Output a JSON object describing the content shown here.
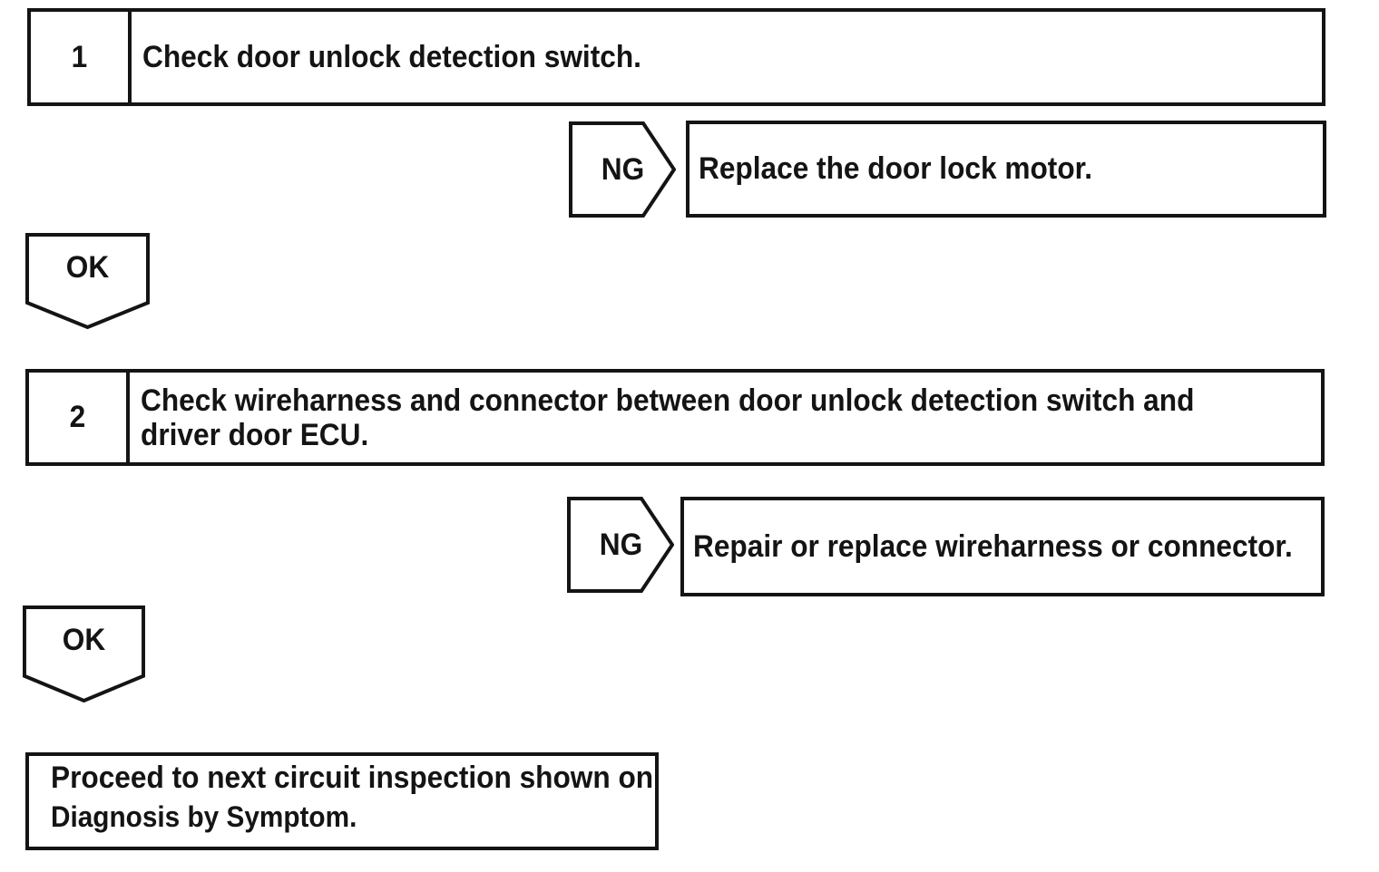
{
  "page": {
    "background_color": "#ffffff",
    "line_color": "#141414",
    "text_color": "#141414"
  },
  "steps": [
    {
      "number": "1",
      "instruction_lines": [
        "Check door unlock detection switch."
      ],
      "ng": {
        "label": "NG",
        "result": "Replace the door lock motor."
      },
      "ok": {
        "label": "OK"
      }
    },
    {
      "number": "2",
      "instruction_lines": [
        "Check wireharness and connector between door unlock detection switch and",
        "driver door ECU."
      ],
      "ng": {
        "label": "NG",
        "result": "Repair or replace wireharness or connector."
      },
      "ok": {
        "label": "OK"
      }
    }
  ],
  "final": {
    "lines": [
      "Proceed to next circuit inspection shown on",
      "Diagnosis by Symptom."
    ]
  }
}
